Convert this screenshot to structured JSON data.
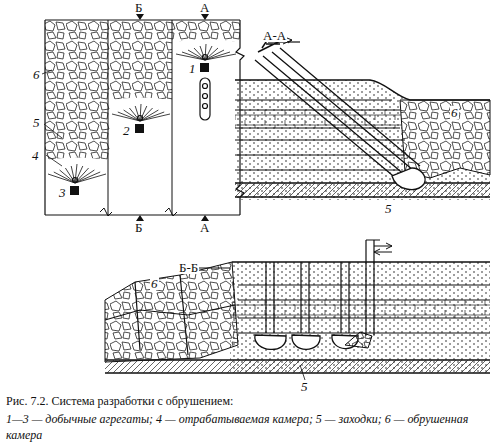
{
  "diagram": {
    "caption": "Рис. 7.2. Система разработки с обрушением:",
    "labels": [
      "Б",
      "А",
      "Б",
      "А",
      "1",
      "2",
      "3",
      "4",
      "5",
      "6",
      "А-А",
      "6",
      "5",
      "Б-Б",
      "6",
      "5",
      "1—3 — добычные агрегаты; 4 — отрабатываемая камера; 5 — заходки; 6 — обрушенная камера"
    ]
  }
}
